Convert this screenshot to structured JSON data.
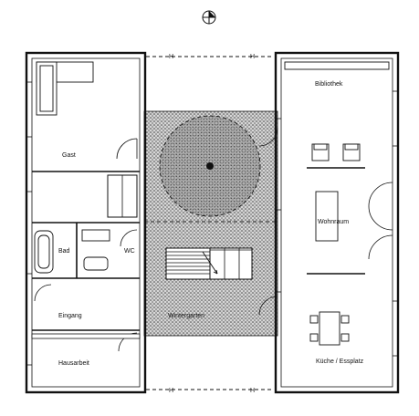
{
  "rooms": {
    "gast": "Gast",
    "bad": "Bad",
    "wc": "WC",
    "eingang": "Eingang",
    "hausarbeit": "Hausarbeit",
    "wintergarten": "Wintergarten",
    "bibliothek": "Bibliothek",
    "wohnraum": "Wohnraum",
    "kueche": "Küche / Essplatz"
  },
  "markers": {
    "section_top": "H",
    "section_bottom": "H"
  },
  "colors": {
    "line": "#111111",
    "hatch": "#555555",
    "background": "#ffffff"
  },
  "icons": [
    "north-arrow-icon"
  ]
}
